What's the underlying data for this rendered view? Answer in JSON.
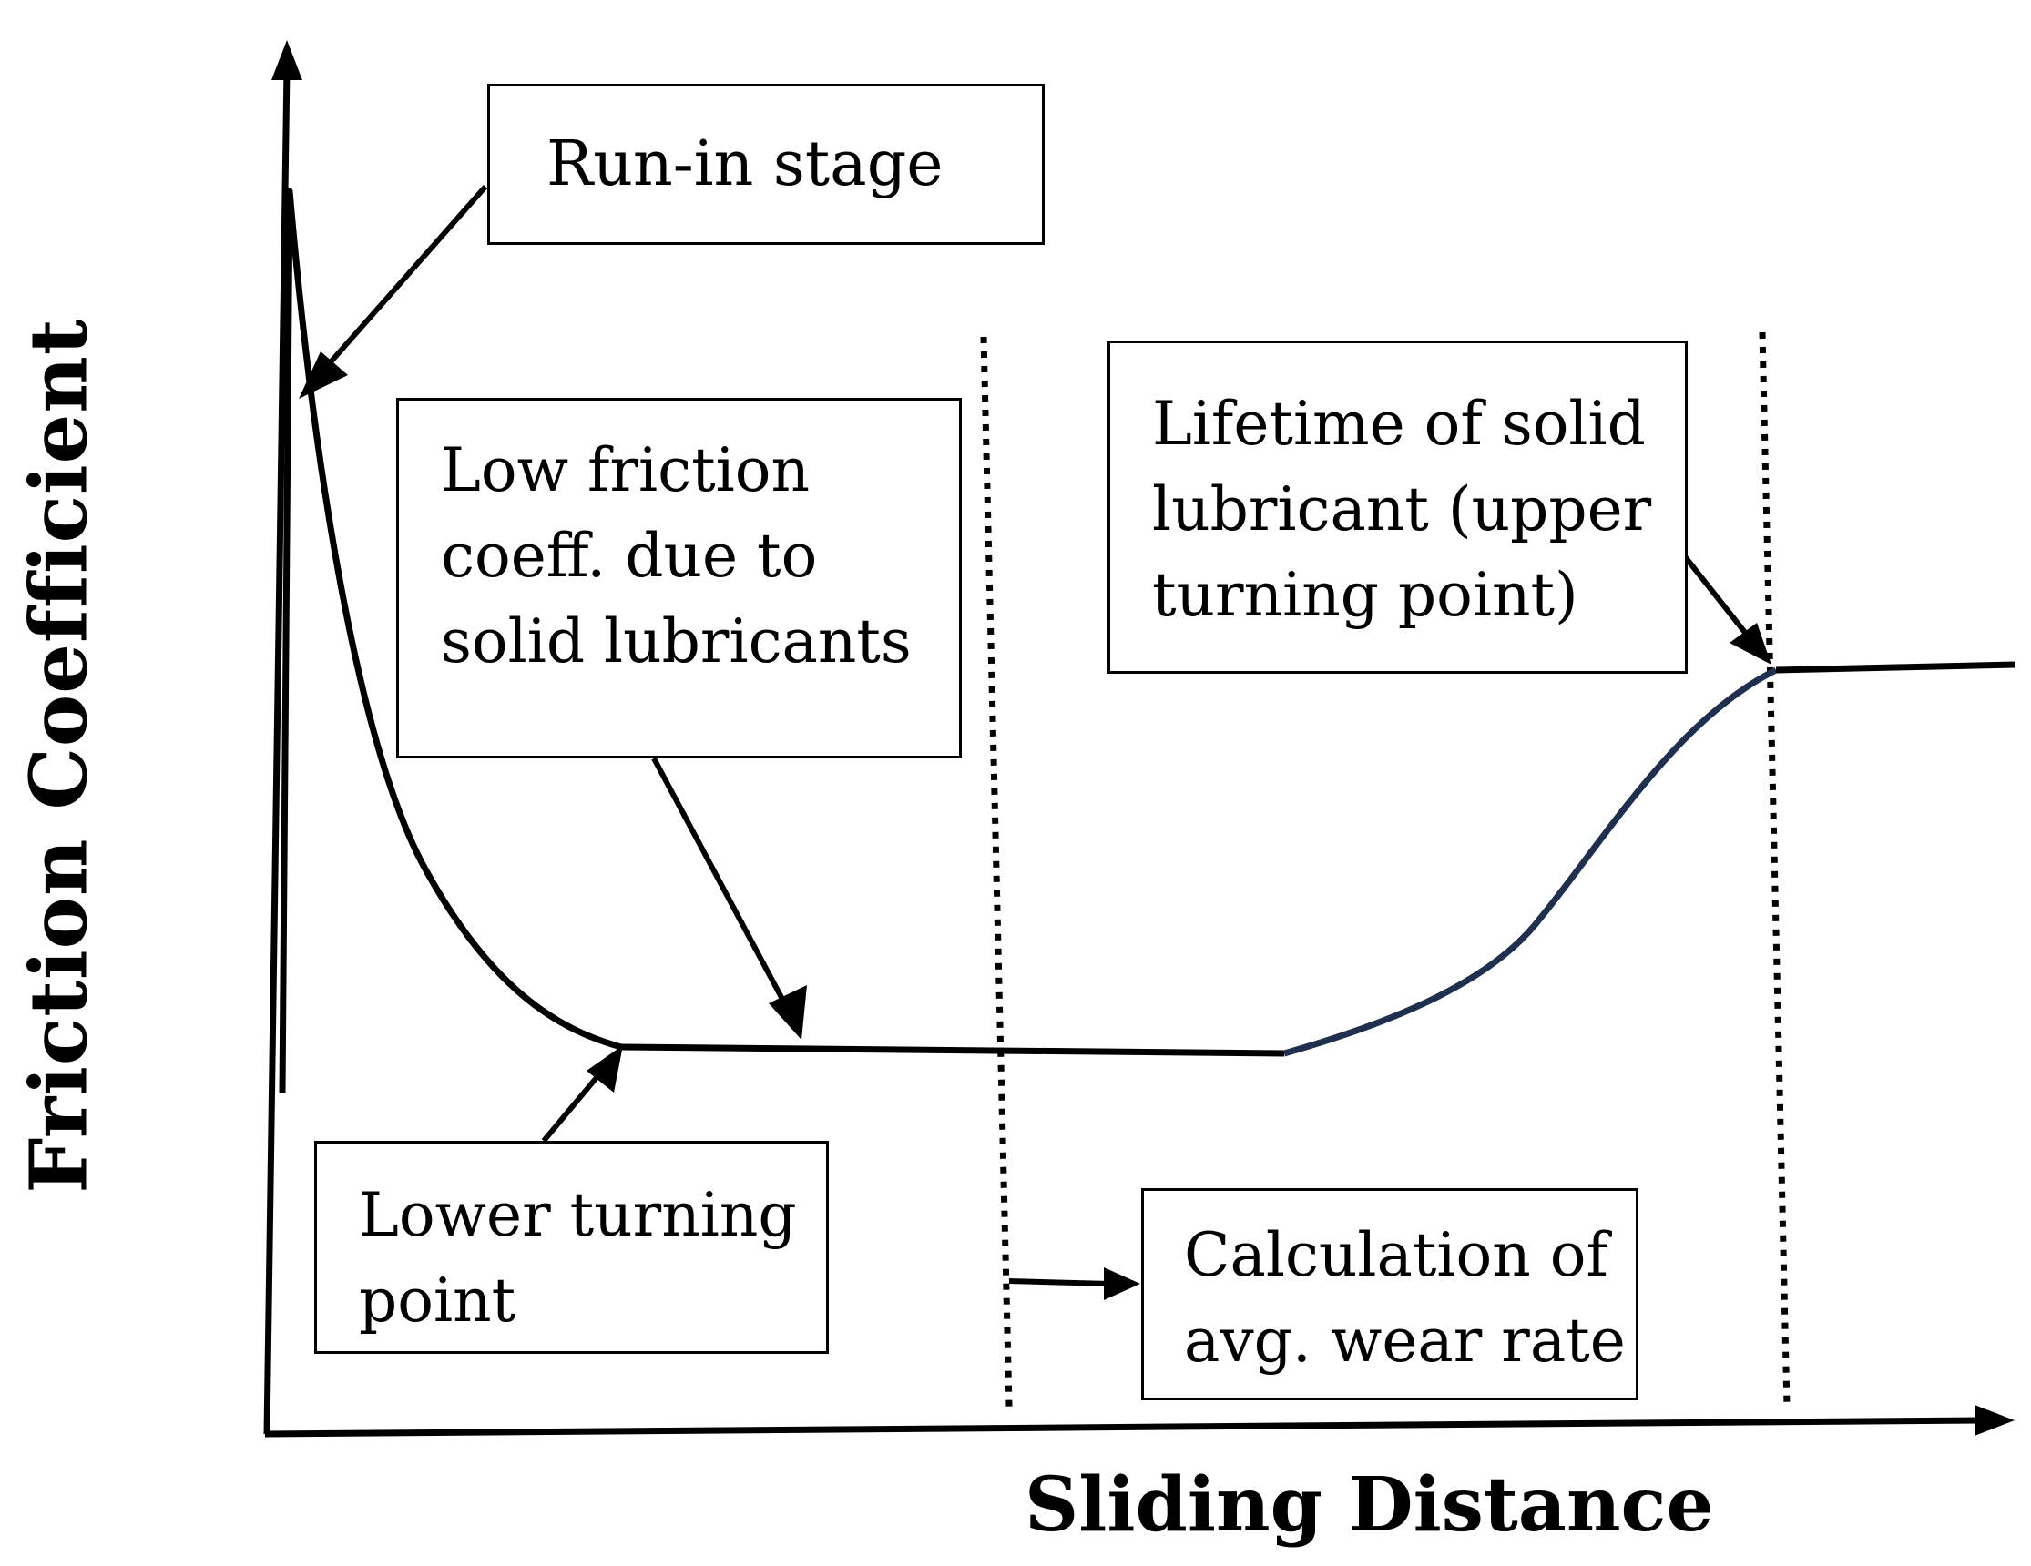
{
  "diagram": {
    "axes": {
      "x_label": "Sliding Distance",
      "y_label": "Friction Coefficient"
    },
    "annotations": {
      "run_in": [
        "Run-in stage"
      ],
      "low_friction": [
        "Low  friction",
        "coeff. due to",
        "solid lubricants"
      ],
      "lifetime": [
        "Lifetime of solid",
        "lubricant (upper",
        "turning point)"
      ],
      "lower_turning": [
        "Lower turning",
        "point"
      ],
      "calculation": [
        "Calculation of",
        "avg. wear rate"
      ]
    },
    "colors": {
      "curve": "#000000",
      "rising_curve": "#1f2f4f",
      "box_border": "#000000"
    }
  }
}
